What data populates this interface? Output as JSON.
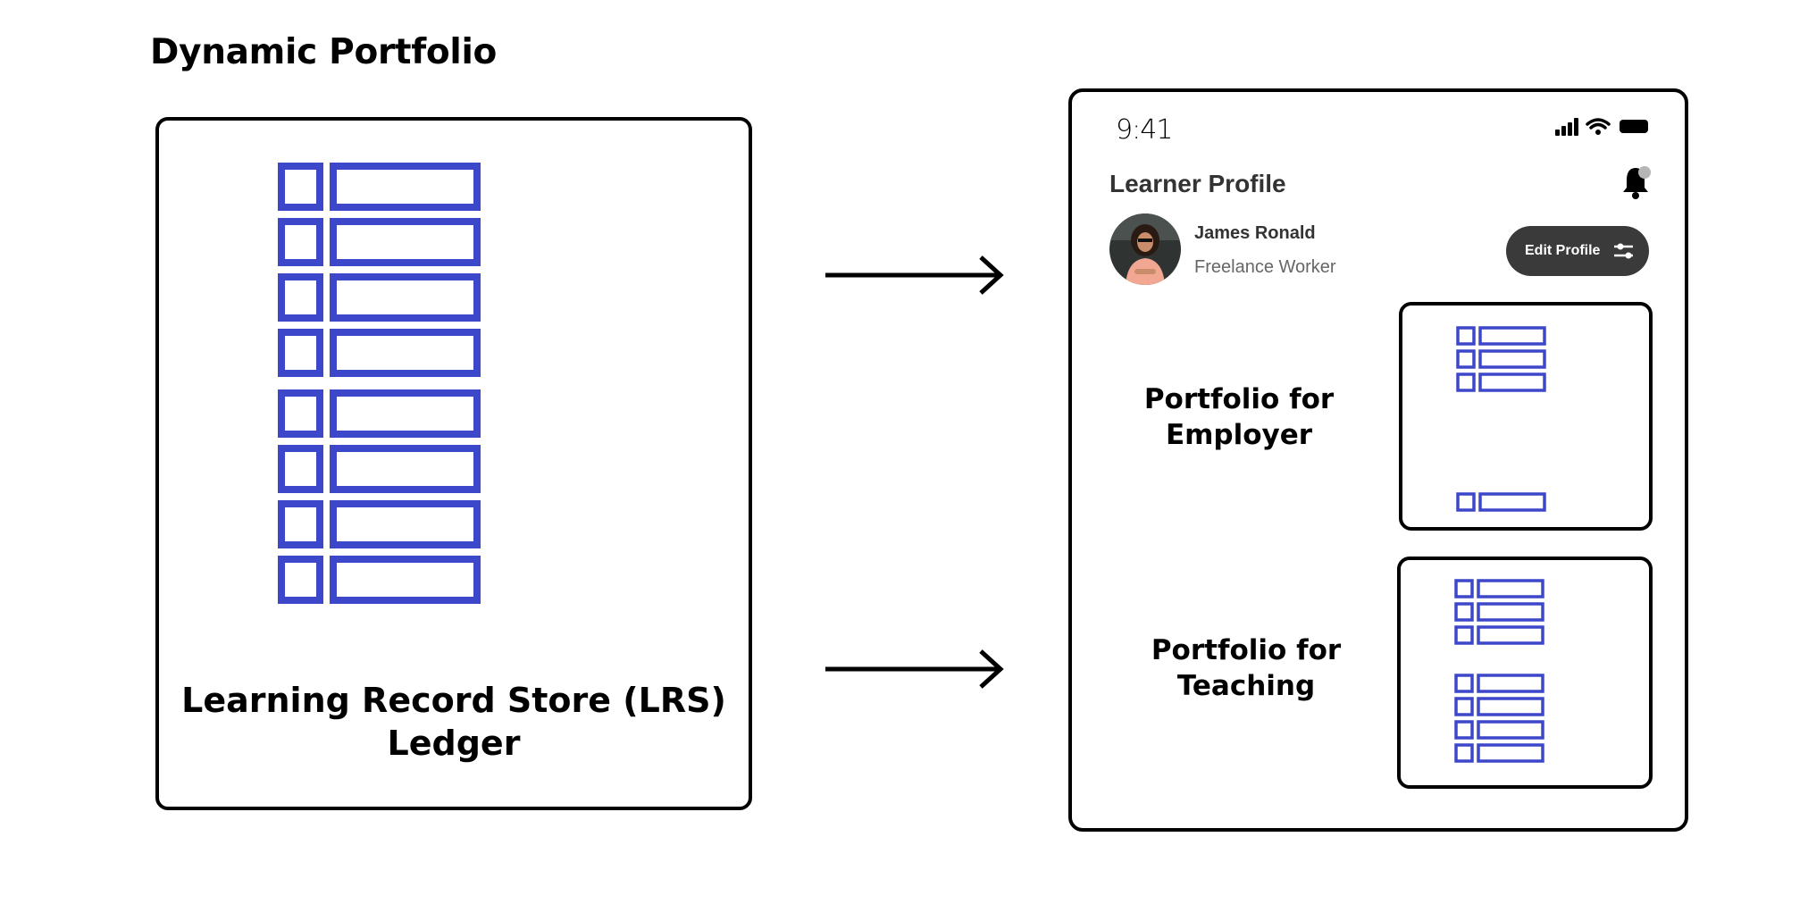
{
  "title": "Dynamic Portfolio",
  "lrs": {
    "label": "Learning Record Store (LRS) Ledger",
    "record_rows": 8
  },
  "phone": {
    "time": "9:41",
    "header_title": "Learner Profile",
    "user": {
      "name": "James Ronald",
      "role": "Freelance Worker"
    },
    "edit_button_label": "Edit Profile",
    "portfolios": [
      {
        "label": "Portfolio for Employer",
        "record_rows": 4
      },
      {
        "label": "Portfolio for Teaching",
        "record_rows": 7
      }
    ]
  },
  "colors": {
    "record_blue": "#3d47c9",
    "button_dark": "#3a3a3a",
    "outline": "#000000"
  },
  "icons": [
    "signal-icon",
    "wifi-icon",
    "battery-icon",
    "bell-icon",
    "tune-icon",
    "arrow-right-icon"
  ]
}
